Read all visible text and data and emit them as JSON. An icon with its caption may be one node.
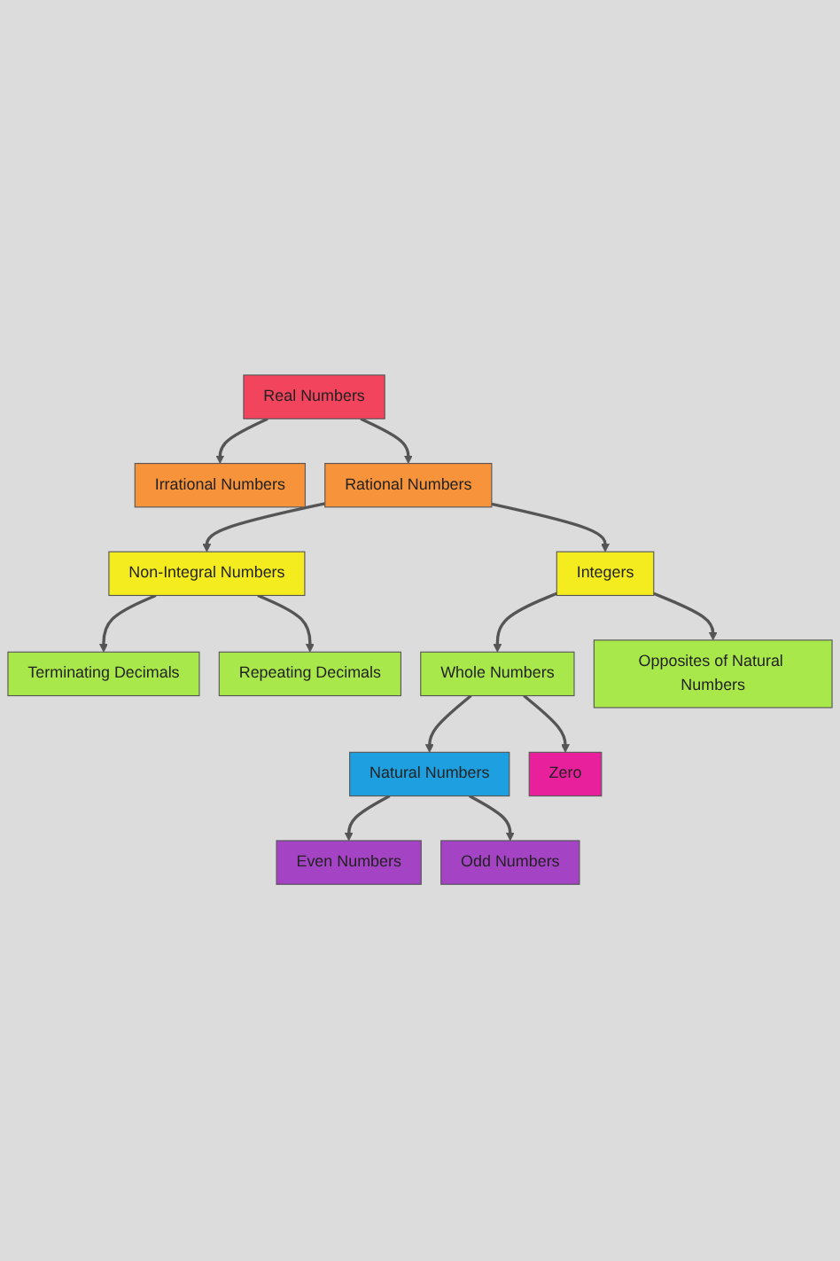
{
  "diagram": {
    "nodes": [
      {
        "text": [
          "Real Numbers"
        ]
      },
      {
        "text": [
          "Irrational Numbers"
        ]
      },
      {
        "text": [
          "Rational Numbers"
        ]
      },
      {
        "text": [
          "Non-Integral Numbers"
        ]
      },
      {
        "text": [
          "Integers"
        ]
      },
      {
        "text": [
          "Terminating Decimals"
        ]
      },
      {
        "text": [
          "Repeating Decimals"
        ]
      },
      {
        "text": [
          "Whole Numbers"
        ]
      },
      {
        "text": [
          "Opposites of Natural Numbers"
        ]
      },
      {
        "text": [
          "Natural Numbers"
        ]
      },
      {
        "text": [
          "Zero"
        ]
      },
      {
        "text": [
          "Even Numbers"
        ]
      },
      {
        "text": [
          "Odd Numbers"
        ]
      }
    ],
    "edges": [
      {
        "from": 0,
        "to": 1,
        "arrow": "to"
      },
      {
        "from": 0,
        "to": 2,
        "arrow": "to"
      },
      {
        "from": 2,
        "to": 3,
        "arrow": "to"
      },
      {
        "from": 2,
        "to": 4,
        "arrow": "to"
      },
      {
        "from": 3,
        "to": 5,
        "arrow": "to"
      },
      {
        "from": 3,
        "to": 6,
        "arrow": "to"
      },
      {
        "from": 4,
        "to": 7,
        "arrow": "to"
      },
      {
        "from": 4,
        "to": 8,
        "arrow": "to"
      },
      {
        "from": 7,
        "to": 9,
        "arrow": "to"
      },
      {
        "from": 7,
        "to": 10,
        "arrow": "to"
      },
      {
        "from": 9,
        "to": 11,
        "arrow": "to"
      },
      {
        "from": 9,
        "to": 12,
        "arrow": "to"
      }
    ]
  }
}
